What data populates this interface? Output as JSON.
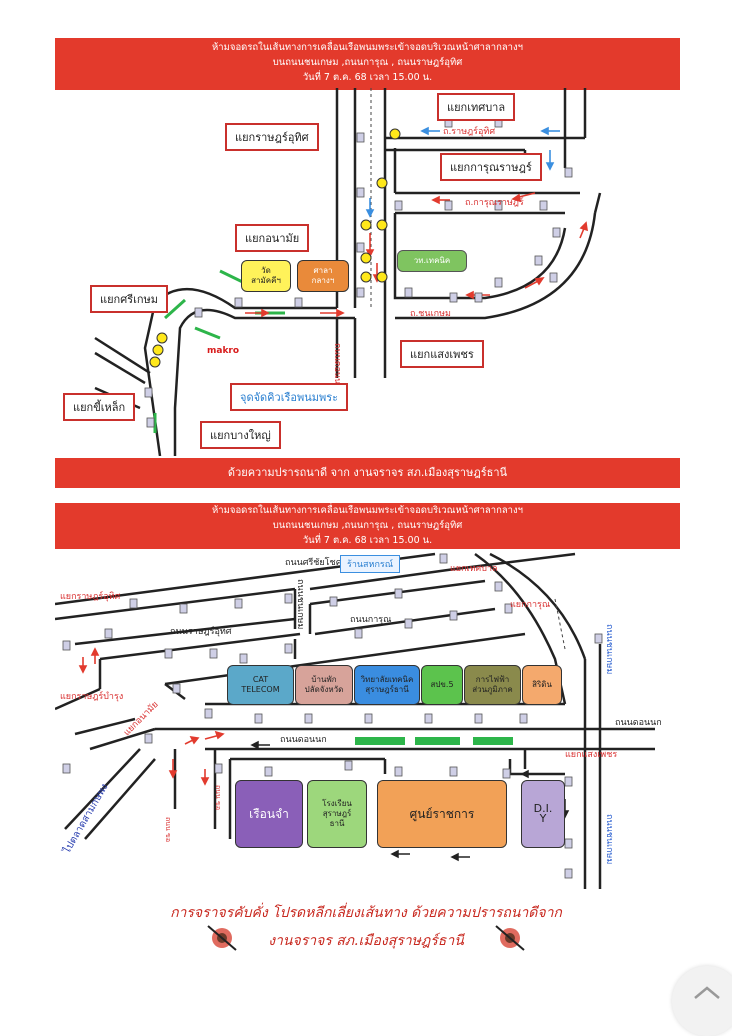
{
  "map1": {
    "banner_lines": [
      "ห้ามจอดรถในเส้นทางการเคลื่อนเรือพนมพระเข้าจอดบริเวณหน้าศาลากลางฯ",
      "บนถนนชนเกษม ,ถนนการุณ , ถนนราษฎร์อุทิศ",
      "วันที่ 7 ต.ค. 68  เวลา 15.00 น."
    ],
    "intersections": {
      "tesaban": "แยกเทศบาล",
      "ratutit": "แยกราษฎร์อุทิศ",
      "karun": "แยกการุณราษฎร์",
      "anamai": "แยกอนามัย",
      "srikasem": "แยกศรีเกษม",
      "sangpetch": "แยกแสงเพชร",
      "chilek": "แยกขี้เหล็ก",
      "bangyai": "แยกบางใหญ่"
    },
    "roads": {
      "ratutit": "ถ.ราษฎร์อุทิศ",
      "karun": "ถ.การุณราษฎร์",
      "chonkasem": "ถ.ชนเกษม",
      "donnok": "ถนนดอนนก"
    },
    "buildings": {
      "wat": "วัด\nสามัคคีฯ",
      "sala": "ศาลา\nกลางฯ",
      "college": "วท.เทคนิค",
      "makro": "makro"
    },
    "boat_point": "จุดจัดคิวเรือพนมพระ",
    "footer": "ด้วยความปรารถนาดี จาก งานจราจร สภ.เมืองสุราษฎร์ธานี"
  },
  "map2": {
    "banner_lines": [
      "ห้ามจอดรถในเส้นทางการเคลื่อนเรือพนมพระเข้าจอดบริเวณหน้าศาลากลางฯ",
      "บนถนนชนเกษม ,ถนนการุณ , ถนนราษฎร์อุทิศ",
      "วันที่ 7 ต.ค. 68  เวลา 15.00 น."
    ],
    "roads": {
      "sriwichai": "ถนนศรีชัยโชค",
      "ratutit_road": "ถนนราษฎร์อุทิศ",
      "karun_road": "ถนนการุณ",
      "donnok": "ถนนดอนนก",
      "chonkasem_v": "ถนนชนเกษม",
      "chonkasem_r": "ถนนชนเกษม",
      "to_market": "ไปตลาดสามกษพง",
      "soi1": "ถนน ขอ",
      "soi2": "ถนน ขอ"
    },
    "intersections": {
      "ratutit": "แยกราษฎร์อุทิศ",
      "tesaban": "แยกเทศบาล",
      "karun": "แยกการุณ",
      "ratutit2": "แยกราษฎร์บำรุง",
      "anamai": "แยกอนามัย",
      "sangpetch": "แยกแสงเพชร"
    },
    "shop": "ร้านสหกรณ์",
    "buildings": [
      {
        "label": "CAT\nTELECOM",
        "color": "#5ba8c9"
      },
      {
        "label": "บ้านพัก\nปลัดจังหวัด",
        "color": "#d7a39a"
      },
      {
        "label": "วิทยาลัยเทคนิค\nสุราษฎร์ธานี",
        "color": "#3a8de0"
      },
      {
        "label": "สปข.5",
        "color": "#5cc34d"
      },
      {
        "label": "การไฟฟ้า\nส่วนภูมิภาค",
        "color": "#8a8a4c"
      },
      {
        "label": "สิริดิน",
        "color": "#f4a96d"
      }
    ],
    "lower_buildings": {
      "prison": "เรือนจำ",
      "school": "โรงเรียน\nสุราษฎร์\nธานี",
      "center": "ศูนย์ราชการ",
      "diy": "D.I.\nY"
    },
    "footer_line1": "การจราจรคับคั่ง  โปรดหลีกเลี่ยงเส้นทาง  ด้วยความปรารถนาดีจาก",
    "footer_line2": "งานจราจร  สภ.เมืองสุราษฎร์ธานี"
  },
  "colors": {
    "banner": "#e33a2c",
    "arrow_red": "#e23b2e",
    "arrow_blue": "#3b8fe0",
    "road": "#222222",
    "green_strip": "#2db54a"
  }
}
